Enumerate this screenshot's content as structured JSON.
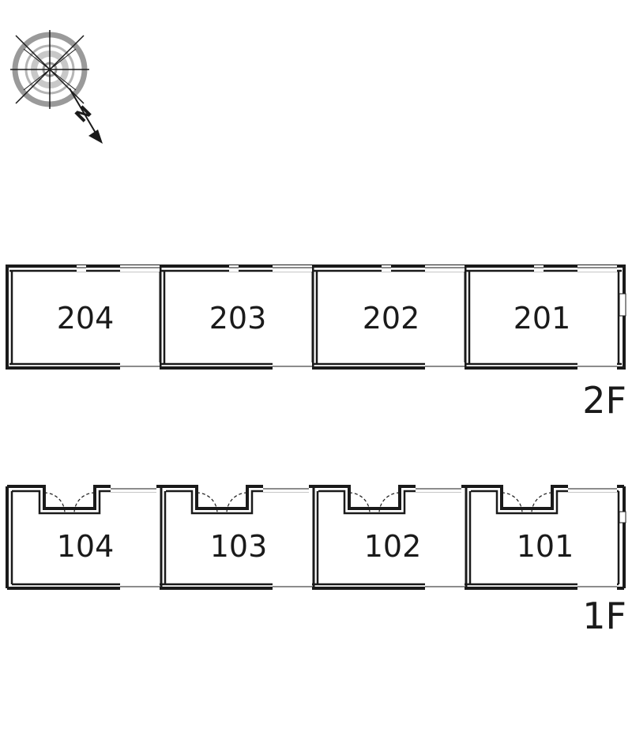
{
  "compass": {
    "north_label": "N",
    "icon": "compass-rose-icon"
  },
  "floors": [
    {
      "id": "2F",
      "label": "2F",
      "units": [
        "204",
        "203",
        "202",
        "201"
      ]
    },
    {
      "id": "1F",
      "label": "1F",
      "units": [
        "104",
        "103",
        "102",
        "101"
      ]
    }
  ],
  "colors": {
    "wall": "#1a1a1a",
    "compass_ring": "#9a9a9a"
  }
}
